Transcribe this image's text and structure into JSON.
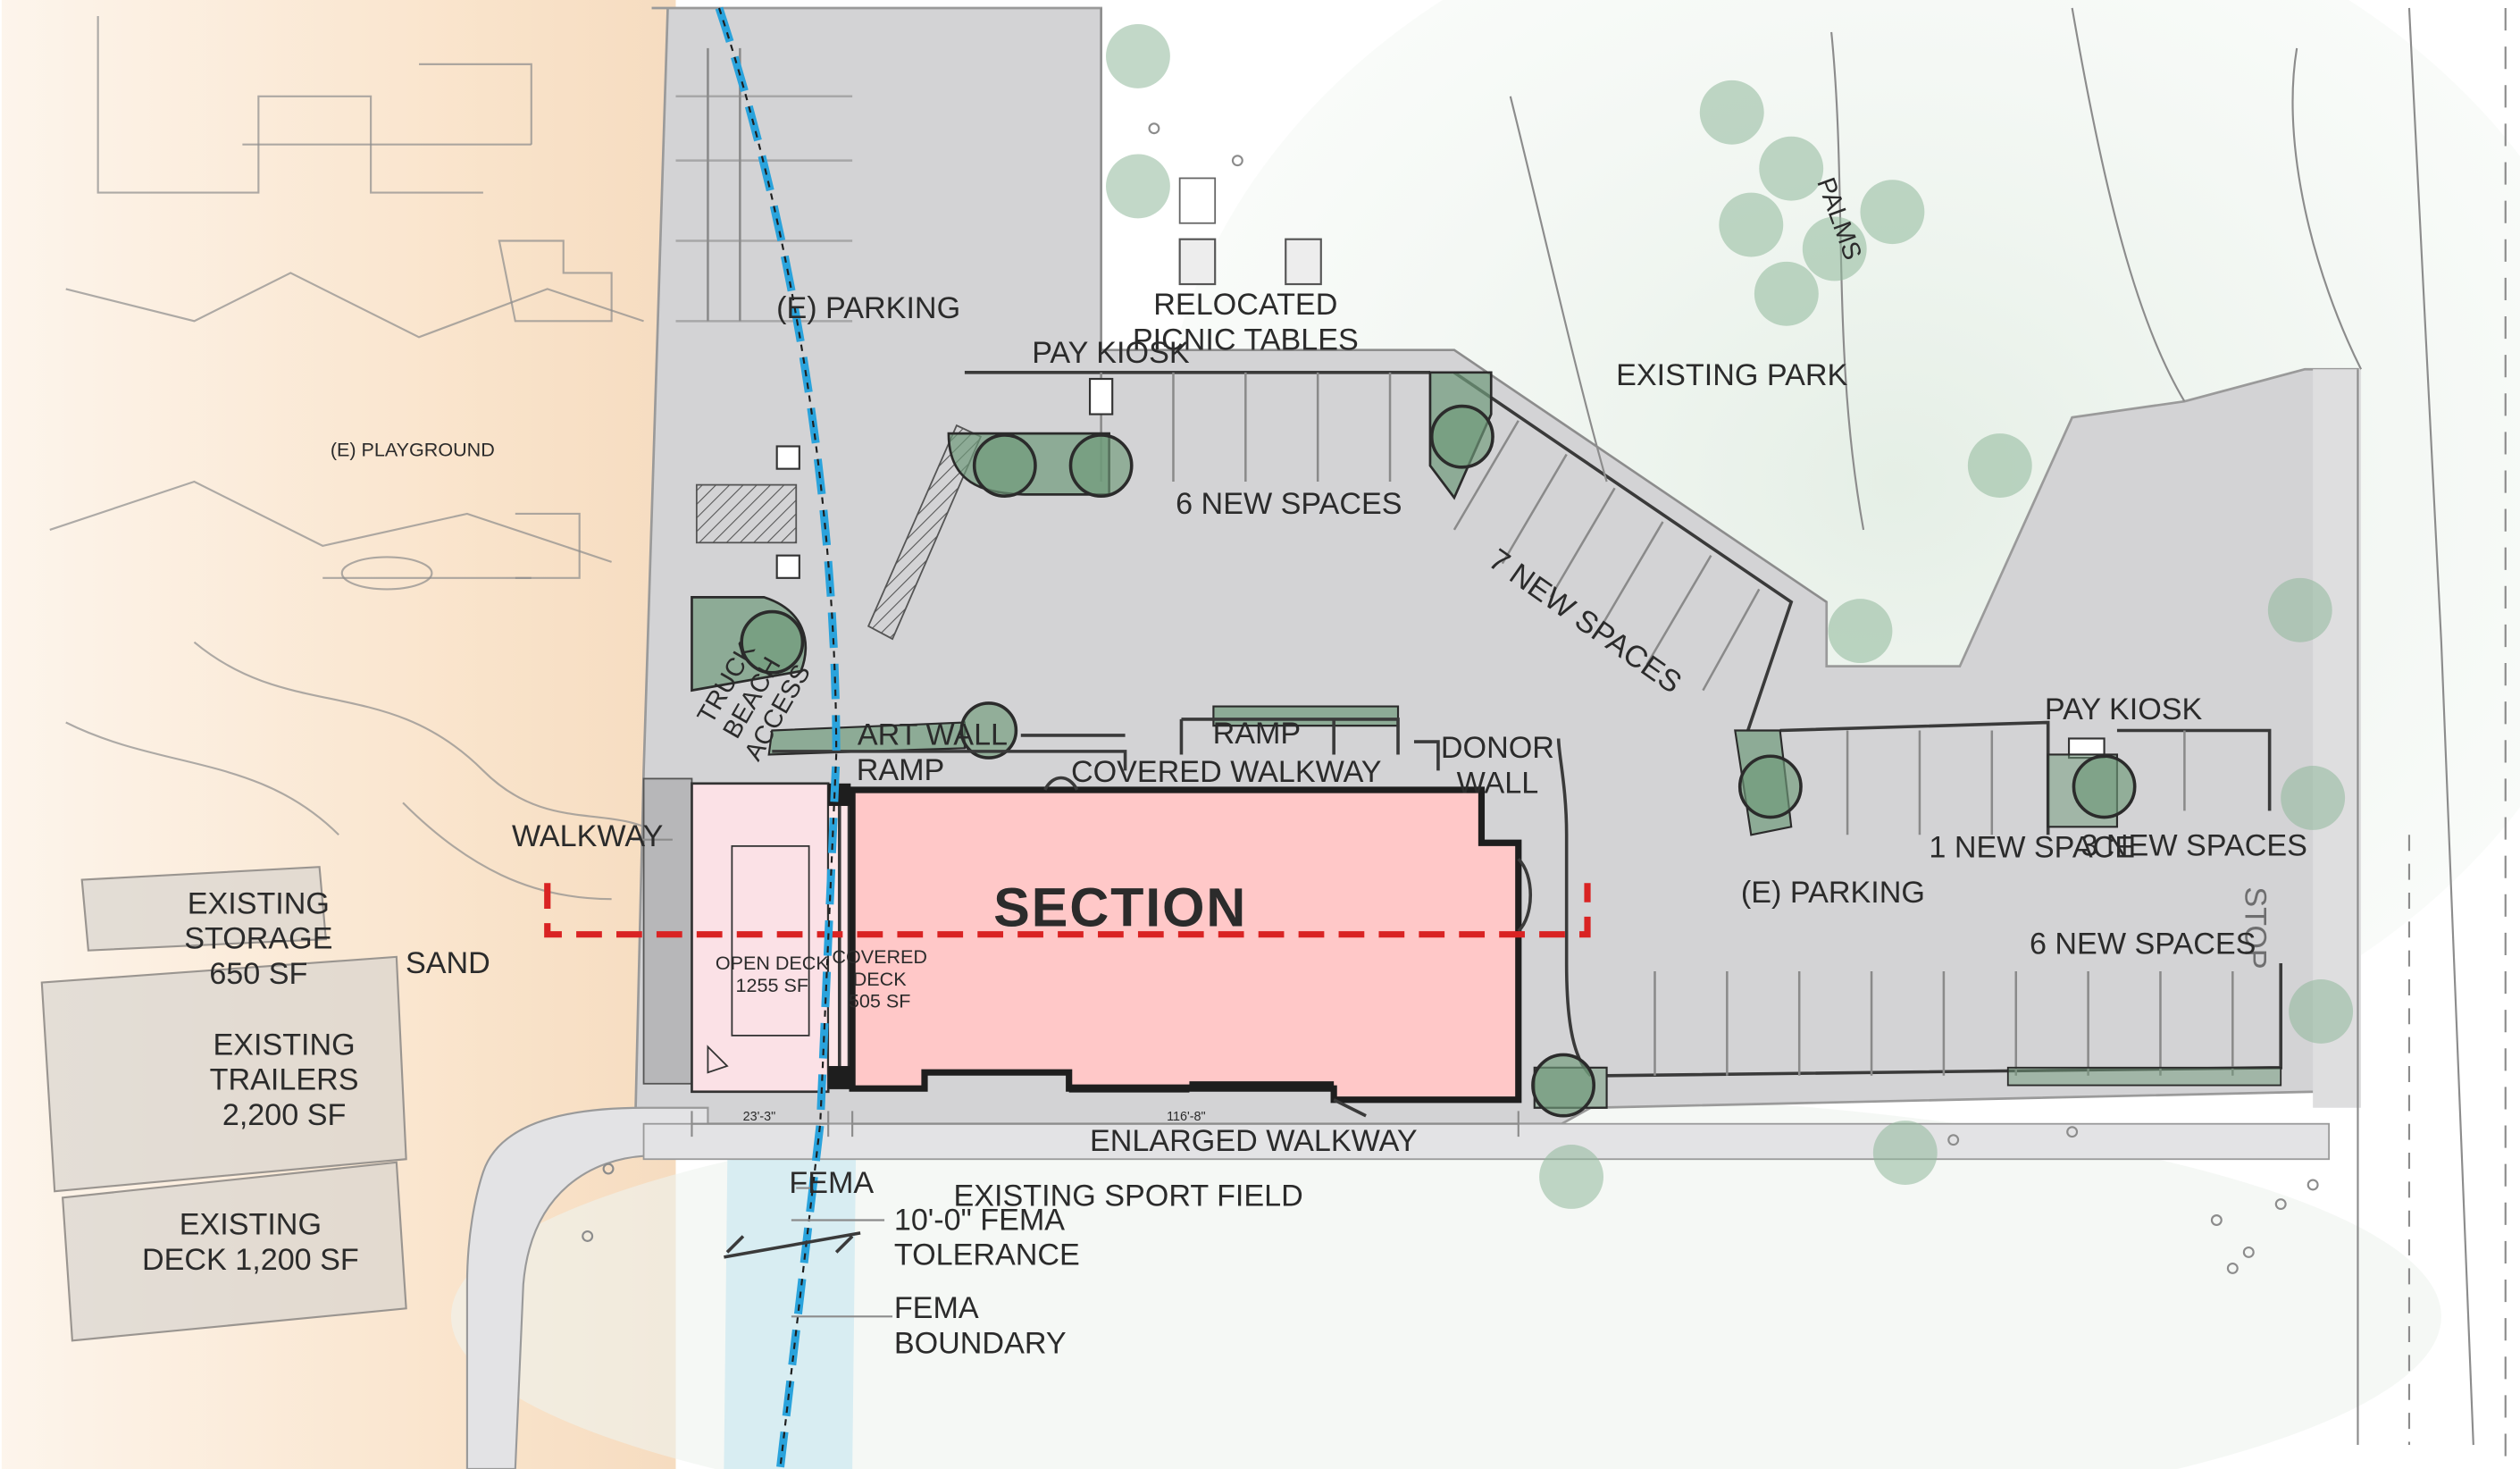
{
  "plan": {
    "labels": {
      "e_parking_north": "(E) PARKING",
      "relocated_picnic_tables": "RELOCATED\nPICNIC TABLES",
      "existing_park": "EXISTING PARK",
      "palms": "PALMS",
      "pay_kiosk_north": "PAY KIOSK",
      "pay_kiosk_east": "PAY KIOSK",
      "playground": "(E) PLAYGROUND",
      "six_new_spaces_north": "6 NEW SPACES",
      "seven_new_spaces": "7 NEW SPACES",
      "truck_beach_access": "TRUCK\nBEACH\nACCESS",
      "art_wall": "ART WALL",
      "ramp_upper": "RAMP",
      "ramp_lower": "RAMP",
      "covered_walkway": "COVERED WALKWAY",
      "donor_wall": "DONOR\nWALL",
      "walkway": "WALKWAY",
      "existing_storage": "EXISTING\nSTORAGE\n650 SF",
      "sand": "SAND",
      "existing_trailers": "EXISTING\nTRAILERS\n2,200 SF",
      "existing_deck": "EXISTING\nDECK 1,200 SF",
      "section": "SECTION",
      "open_deck": "OPEN DECK\n1255 SF",
      "covered_deck": "COVERED\nDECK\n505 SF",
      "one_new_space": "1 NEW SPACE",
      "three_new_spaces": "3 NEW SPACES",
      "e_parking_east": "(E)   PARKING",
      "six_new_spaces_east": "6 NEW SPACES",
      "stop": "STOP",
      "enlarged_walkway": "ENLARGED WALKWAY",
      "existing_sport_field": "EXISTING SPORT FIELD",
      "fema": "FEMA",
      "fema_tolerance": "10'-0\" FEMA\nTOLERANCE",
      "fema_boundary": "FEMA\nBOUNDARY",
      "dim_deck": "23'-3\"",
      "dim_building": "116'-8\""
    },
    "colors": {
      "sand_zone": "#f9e2c8",
      "paving": "#d3d3d5",
      "paving_light": "#e3e3e5",
      "park_green": "#e2ede3",
      "building_fill": "#ffc8c8",
      "deck_fill": "#fbe1e6",
      "section_line": "#d92323",
      "fema_line": "#2aa3dc",
      "fema_band": "#bfe3ef",
      "planter": "#6f9a7a",
      "tree": "#8fb89a",
      "linework": "#1e1e1e"
    }
  }
}
